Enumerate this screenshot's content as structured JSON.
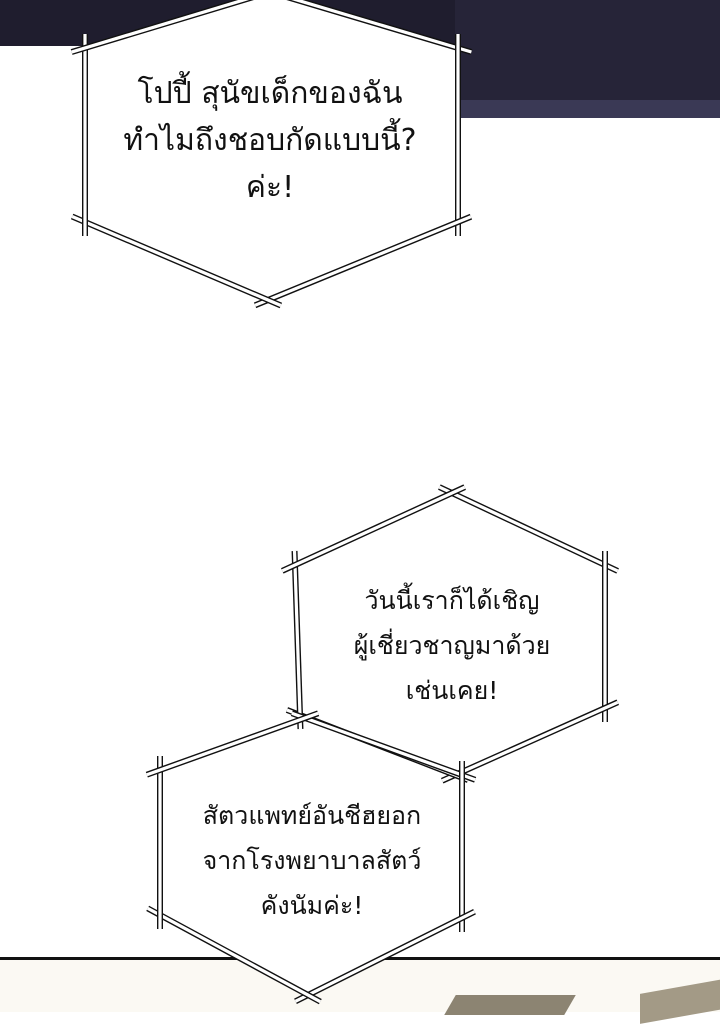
{
  "bubbles": [
    {
      "lines": [
        "โปปี้ สุนัขเด็กของฉัน",
        "ทำไมถึงชอบกัดแบบนี้?",
        "ค่ะ!"
      ]
    },
    {
      "lines": [
        "วันนี้เราก็ได้เชิญ",
        "ผู้เชี่ยวชาญมาด้วย",
        "เช่นเคย!"
      ]
    },
    {
      "lines": [
        "สัตวแพทย์อันชีฮยอก",
        "จากโรงพยาบาลสัตว์",
        "คังนัมค่ะ!"
      ]
    }
  ],
  "colors": {
    "panel_dark": "#262438",
    "bubble_fill": "#ffffff",
    "bubble_stroke": "#111111",
    "bottom_panel": "#fbf9f3"
  }
}
